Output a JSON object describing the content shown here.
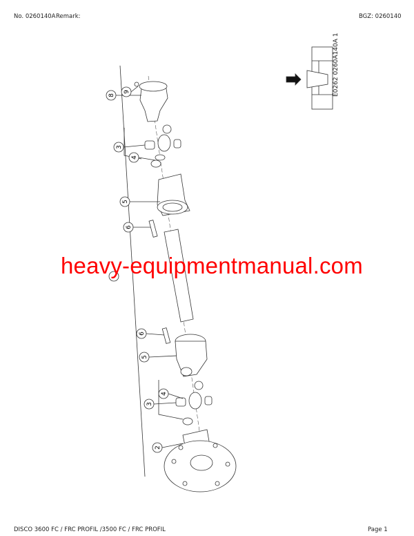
{
  "header": {
    "doc_no": "No. 0260140A",
    "remark": "Remark:",
    "bgz": "BGZ: 0260140"
  },
  "footer": {
    "model": "DISCO 3600 FC / FRC PROFIL /3500 FC / FRC PROFIL",
    "page": "Page 1"
  },
  "illustration": {
    "code": "E0262 0260A140A 1",
    "callouts": [
      "8",
      "9",
      "3",
      "4",
      "5",
      "6",
      "",
      "6",
      "5",
      "4",
      "3",
      "2"
    ]
  },
  "watermark": "heavy-equipmentmanual.com"
}
